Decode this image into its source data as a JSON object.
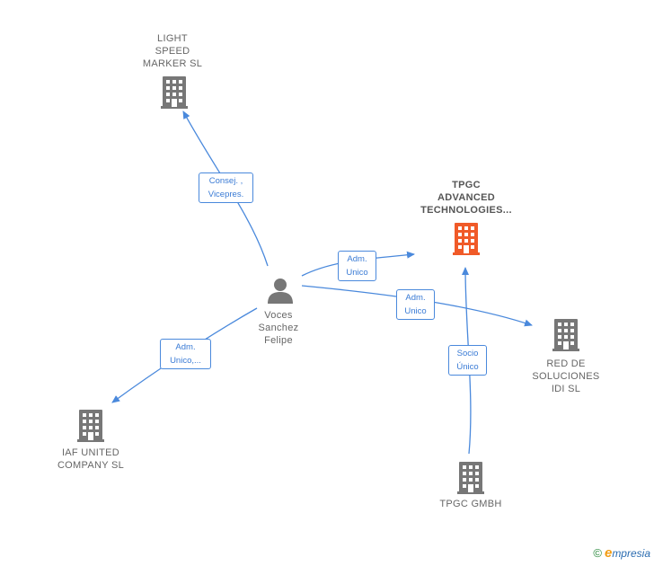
{
  "nodes": {
    "light_speed": {
      "label": "LIGHT\nSPEED\nMARKER  SL",
      "type": "company"
    },
    "tpgc_advanced": {
      "label": "TPGC\nADVANCED\nTECHNOLOGIES...",
      "type": "company-main"
    },
    "red_soluciones": {
      "label": "RED DE\nSOLUCIONES\nIDI SL",
      "type": "company"
    },
    "iaf_united": {
      "label": "IAF UNITED\nCOMPANY SL",
      "type": "company"
    },
    "tpgc_gmbh": {
      "label": "TPGC GMBH",
      "type": "company"
    },
    "voces": {
      "label": "Voces\nSanchez\nFelipe",
      "type": "person"
    }
  },
  "edges": {
    "consej": {
      "label": "Consej. ,\nVicepres.",
      "from": "voces",
      "to": "light_speed"
    },
    "adm_unico_1": {
      "label": "Adm.\nUnico",
      "from": "voces",
      "to": "tpgc_advanced"
    },
    "adm_unico_2": {
      "label": "Adm.\nUnico",
      "from": "voces",
      "to": "red_soluciones"
    },
    "adm_unico_3": {
      "label": "Adm.\nUnico,...",
      "from": "voces",
      "to": "iaf_united"
    },
    "socio_unico": {
      "label": "Socio\nÚnico",
      "from": "tpgc_gmbh",
      "to": "tpgc_advanced"
    }
  },
  "colors": {
    "edge": "#4a89dc",
    "company": "#777777",
    "main_company": "#f05a28",
    "person": "#777777"
  },
  "footer": {
    "copyright": "©",
    "brand_e": "e",
    "brand_rest": "mpresia"
  }
}
